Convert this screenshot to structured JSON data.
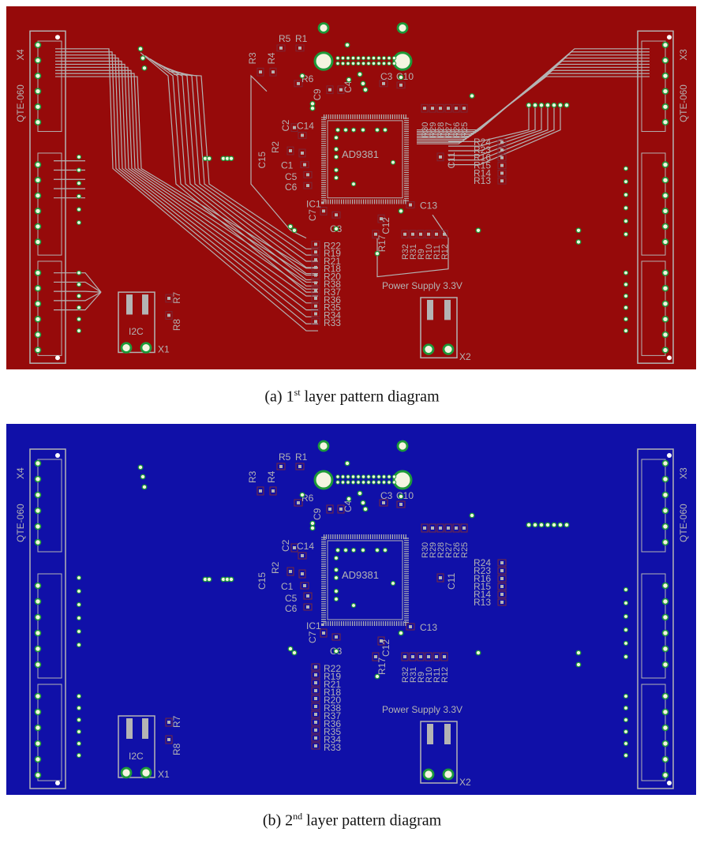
{
  "figures": [
    {
      "caption_prefix": "(a) 1",
      "caption_sup": "st",
      "caption_suffix": " layer pattern diagram",
      "board_color": "#960a0a",
      "layer": "top"
    },
    {
      "caption_prefix": "(b) 2",
      "caption_sup": "nd",
      "caption_suffix": " layer pattern diagram",
      "board_color": "#1010a8",
      "layer": "bottom"
    }
  ],
  "colors": {
    "silkscreen": "#b4b4b4",
    "via_ring": "#1d9a3a",
    "via_center": "#f4f4e0",
    "pad": "#b4b4b4"
  },
  "labels": {
    "connector_left": "X4",
    "connector_right": "X3",
    "connector_type": "QTE-060",
    "chip": "AD9381",
    "ic1": "IC1",
    "power": "Power Supply 3.3V",
    "x1": "X1",
    "x2": "X2",
    "i2c": "I2C",
    "r5": "R5",
    "r1": "R1",
    "r3": "R3",
    "r4": "R4",
    "r6": "R6",
    "c3": "C3",
    "c10": "C10",
    "c9": "C9",
    "c4": "C4",
    "c2": "C2",
    "c14": "C14",
    "r2": "R2",
    "c15": "C15",
    "c1": "C1",
    "c5": "C5",
    "c6": "C6",
    "c7": "C7",
    "c8": "C8",
    "c13": "C13",
    "c12": "C12",
    "r17": "R17",
    "c11": "C11",
    "r7": "R7",
    "r8": "R8",
    "bank_left": [
      "R22",
      "R19",
      "R21",
      "R18",
      "R20",
      "R38",
      "R37",
      "R36",
      "R35",
      "R34",
      "R33"
    ],
    "bank_top": [
      "R30",
      "R29",
      "R28",
      "R27",
      "R26",
      "R25"
    ],
    "bank_right": [
      "R24",
      "R23",
      "R16",
      "R15",
      "R14",
      "R13"
    ],
    "bank_bottom": [
      "R32",
      "R31",
      "R9",
      "R10",
      "R11",
      "R12"
    ]
  }
}
